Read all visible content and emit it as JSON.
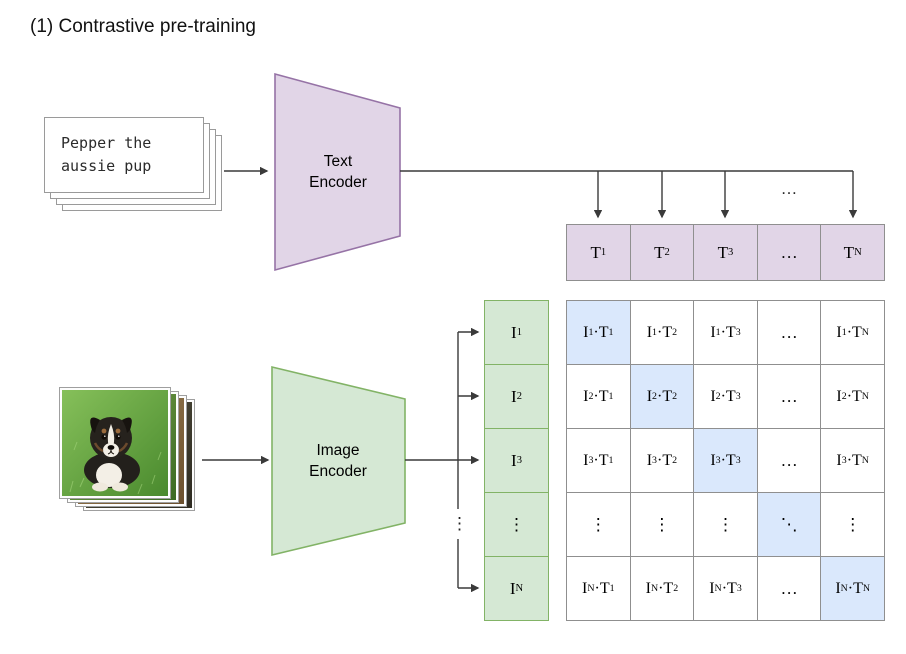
{
  "title": "(1) Contrastive pre-training",
  "text_input": {
    "lines": [
      "Pepper the",
      "aussie pup"
    ]
  },
  "encoders": {
    "text": "Text Encoder",
    "image": "Image Encoder"
  },
  "text_embeddings": [
    "T1",
    "T2",
    "T3",
    "…",
    "TN"
  ],
  "image_embeddings": [
    "I1",
    "I2",
    "I3",
    "⋮",
    "IN"
  ],
  "branch_ellipsis": {
    "horizontal": "…",
    "vertical": "⋮"
  },
  "matrix": {
    "rows": [
      [
        "I1·T1",
        "I1·T2",
        "I1·T3",
        "…",
        "I1·TN"
      ],
      [
        "I2·T1",
        "I2·T2",
        "I2·T3",
        "…",
        "I2·TN"
      ],
      [
        "I3·T1",
        "I3·T2",
        "I3·T3",
        "…",
        "I3·TN"
      ],
      [
        "⋮",
        "⋮",
        "⋮",
        "⋱",
        "⋮"
      ],
      [
        "IN·T1",
        "IN·T2",
        "IN·T3",
        "…",
        "IN·TN"
      ]
    ]
  },
  "colors": {
    "text_fill": "#e1d5e7",
    "text_stroke": "#9673a6",
    "image_fill": "#d5e8d4",
    "image_stroke": "#82b366",
    "diagonal_fill": "#dae8fc",
    "grid_stroke": "#8f8f8f",
    "arrow": "#3a3a3a"
  }
}
